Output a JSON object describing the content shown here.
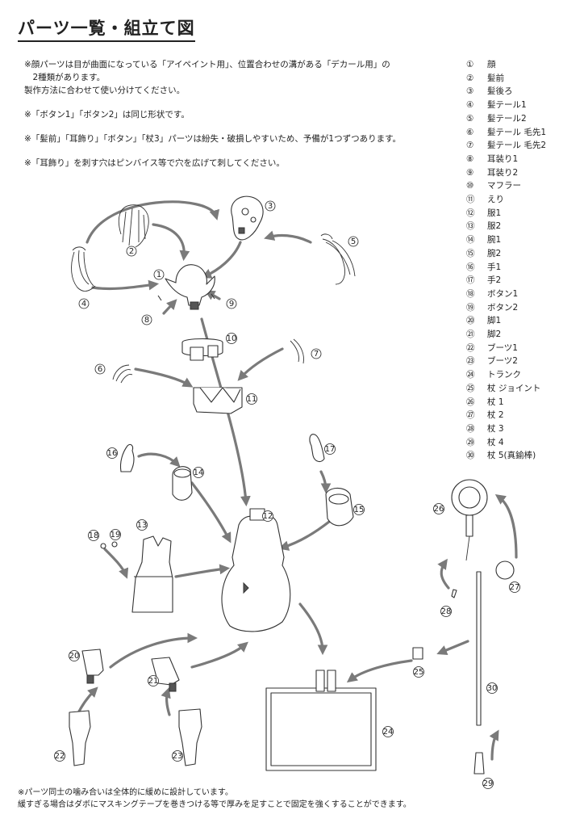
{
  "title": "パーツ一覧・組立て図",
  "notes": [
    "※顔パーツは目が曲面になっている「アイペイント用」、位置合わせの溝がある「デカール用」の\n　2種類があります。\n製作方法に合わせて使い分けてください。",
    "※「ボタン1」「ボタン2」は同じ形状です。",
    "※「髪前」「耳飾り」「ボタン」「杖3」パーツは紛失・破損しやすいため、予備が1つずつあります。",
    "※「耳飾り」を刺す穴はピンバイス等で穴を広げて刺してください。"
  ],
  "legend": [
    {
      "num": "①",
      "name": "顔"
    },
    {
      "num": "②",
      "name": "髪前"
    },
    {
      "num": "③",
      "name": "髪後ろ"
    },
    {
      "num": "④",
      "name": "髪テール1"
    },
    {
      "num": "⑤",
      "name": "髪テール2"
    },
    {
      "num": "⑥",
      "name": "髪テール 毛先1"
    },
    {
      "num": "⑦",
      "name": "髪テール 毛先2"
    },
    {
      "num": "⑧",
      "name": "耳装り1"
    },
    {
      "num": "⑨",
      "name": "耳装り2"
    },
    {
      "num": "⑩",
      "name": "マフラー"
    },
    {
      "num": "⑪",
      "name": "えり"
    },
    {
      "num": "⑫",
      "name": "服1"
    },
    {
      "num": "⑬",
      "name": "服2"
    },
    {
      "num": "⑭",
      "name": "腕1"
    },
    {
      "num": "⑮",
      "name": "腕2"
    },
    {
      "num": "⑯",
      "name": "手1"
    },
    {
      "num": "⑰",
      "name": "手2"
    },
    {
      "num": "⑱",
      "name": "ボタン1"
    },
    {
      "num": "⑲",
      "name": "ボタン2"
    },
    {
      "num": "⑳",
      "name": "脚1"
    },
    {
      "num": "㉑",
      "name": "脚2"
    },
    {
      "num": "㉒",
      "name": "ブーツ1"
    },
    {
      "num": "㉓",
      "name": "ブーツ2"
    },
    {
      "num": "㉔",
      "name": "トランク"
    },
    {
      "num": "㉕",
      "name": "杖 ジョイント"
    },
    {
      "num": "㉖",
      "name": "杖 1"
    },
    {
      "num": "㉗",
      "name": "杖 2"
    },
    {
      "num": "㉘",
      "name": "杖 3"
    },
    {
      "num": "㉙",
      "name": "杖 4"
    },
    {
      "num": "㉚",
      "name": "杖 5(真鍮棒)"
    }
  ],
  "diagram_labels": [
    "1",
    "2",
    "3",
    "4",
    "5",
    "6",
    "7",
    "8",
    "9",
    "10",
    "11",
    "12",
    "13",
    "14",
    "15",
    "16",
    "17",
    "18",
    "19",
    "20",
    "21",
    "22",
    "23",
    "24",
    "25",
    "26",
    "27",
    "28",
    "29",
    "30"
  ],
  "footer": "※パーツ同士の噛み合いは全体的に緩めに設計しています。\n緩すぎる場合はダボにマスキングテープを巻きつける等で厚みを足すことで固定を強くすることができます。"
}
